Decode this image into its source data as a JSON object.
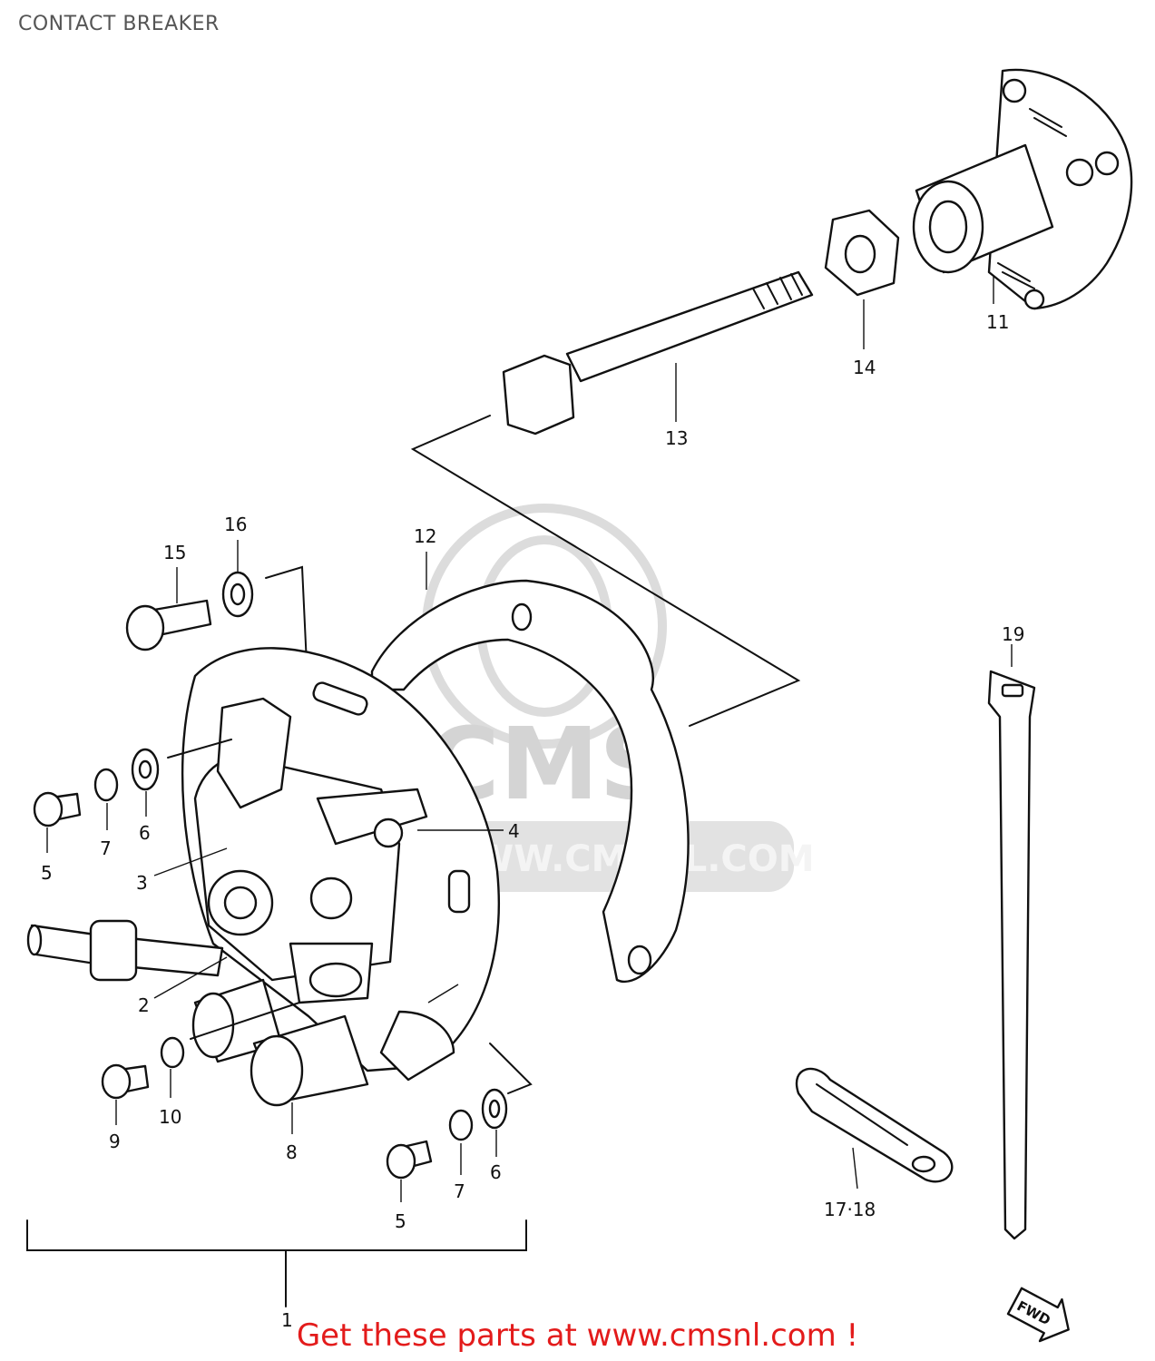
{
  "page": {
    "title": "CONTACT BREAKER",
    "promo": "Get these parts at www.cmsnl.com !"
  },
  "watermark": {
    "brand": "CMS",
    "url": "WWW.CMSNL.COM"
  },
  "fwd_badge": "FWD",
  "callouts": {
    "c1": "11",
    "c2": "14",
    "c3": "13",
    "c4": "16",
    "c5": "15",
    "c6": "12",
    "c7": "19",
    "c8": "4",
    "c9": "7",
    "c10": "6",
    "c11": "5",
    "c12": "3",
    "c13": "2",
    "c14": "10",
    "c15": "9",
    "c16": "8",
    "c17": "7",
    "c18": "6",
    "c19": "5",
    "c20": "17·18",
    "c21": "1"
  },
  "colors": {
    "ink": "#111111",
    "title": "#555555",
    "promo": "#e31b1b",
    "watermark": "#d4d4d4"
  }
}
